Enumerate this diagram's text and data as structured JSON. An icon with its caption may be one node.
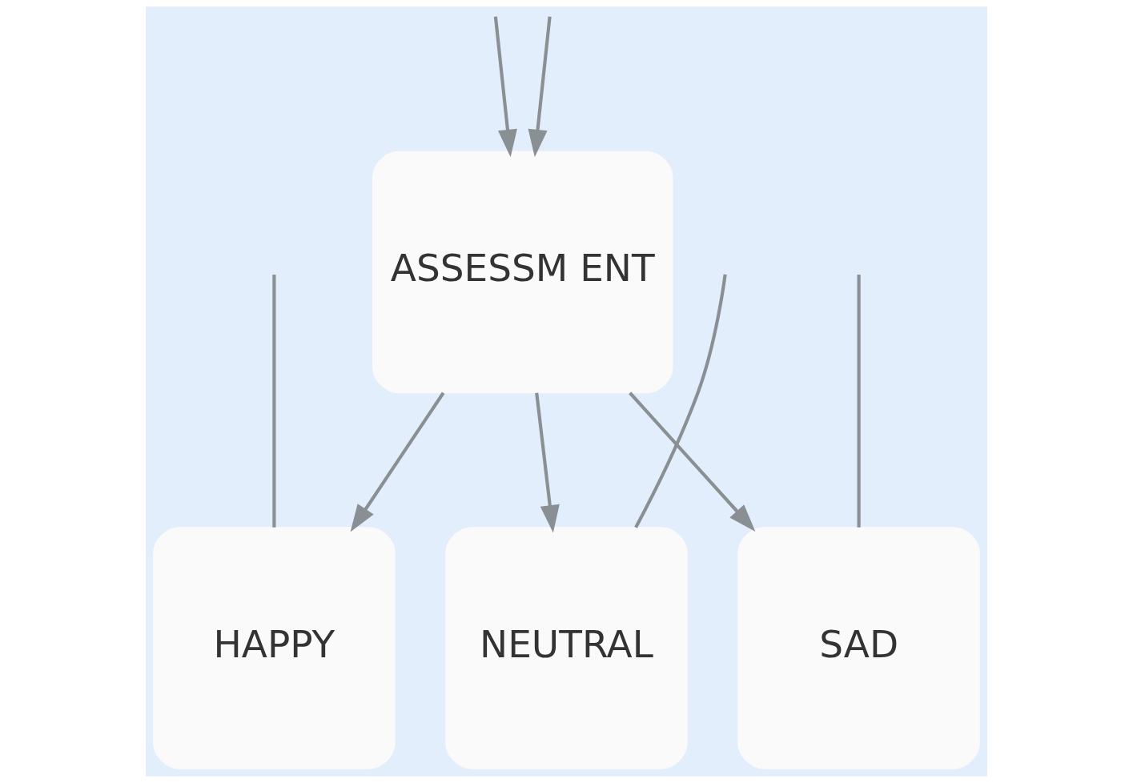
{
  "diagram": {
    "nodes": [
      {
        "text": [
          "ASSESSM ENT"
        ]
      },
      {
        "text": [
          "HAPPY"
        ]
      },
      {
        "text": [
          "NEUTRAL"
        ]
      },
      {
        "text": [
          "SAD"
        ]
      }
    ],
    "edges": [
      {
        "from": null,
        "to": 0,
        "arrow": "to"
      },
      {
        "from": null,
        "to": 0,
        "arrow": "to"
      },
      {
        "from": 0,
        "to": 1,
        "arrow": "to"
      },
      {
        "from": 0,
        "to": 2,
        "arrow": "to"
      },
      {
        "from": 0,
        "to": 3,
        "arrow": "to"
      },
      {
        "from": null,
        "to": 1,
        "arrow": "none"
      },
      {
        "from": null,
        "to": 2,
        "arrow": "none"
      },
      {
        "from": null,
        "to": 3,
        "arrow": "none"
      }
    ]
  }
}
